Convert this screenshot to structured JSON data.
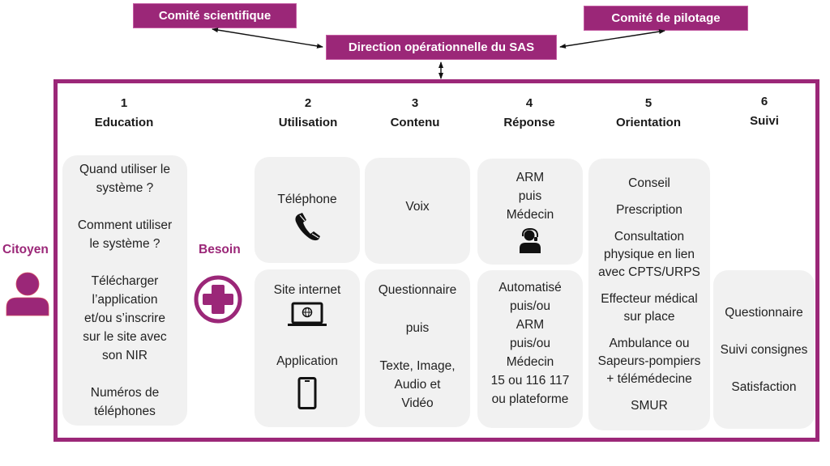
{
  "governance": {
    "scientific_committee": "Comité scientifique",
    "steering_committee": "Comité de pilotage",
    "operational_direction": "Direction opérationnelle du SAS"
  },
  "actors": {
    "citizen": {
      "label": "Citoyen",
      "icon": "person-icon"
    },
    "need": {
      "label": "Besoin",
      "icon": "medical-cross-icon"
    }
  },
  "steps": [
    {
      "number": "1",
      "title": "Education"
    },
    {
      "number": "2",
      "title": "Utilisation"
    },
    {
      "number": "3",
      "title": "Contenu"
    },
    {
      "number": "4",
      "title": "Réponse"
    },
    {
      "number": "5",
      "title": "Orientation"
    },
    {
      "number": "6",
      "title": "Suivi"
    }
  ],
  "education": {
    "items": [
      "Quand utiliser le",
      "système ?",
      "Comment utiliser",
      "le système ?",
      "Télécharger",
      "l’application",
      "et/ou s’inscrire",
      "sur le site avec",
      "son NIR",
      "Numéros de",
      "téléphones"
    ]
  },
  "utilisation": {
    "phone": {
      "label": "Téléphone",
      "icon": "phone-icon"
    },
    "web": {
      "label": "Site internet",
      "icon": "laptop-globe-icon"
    },
    "app": {
      "label": "Application",
      "icon": "smartphone-icon"
    }
  },
  "contenu": {
    "voice": "Voix",
    "digital": [
      "Questionnaire",
      "puis",
      "Texte, Image,",
      "Audio et",
      "Vidéo"
    ]
  },
  "reponse": {
    "phone": {
      "lines": [
        "ARM",
        "puis",
        "Médecin"
      ],
      "icon": "operator-headset-icon"
    },
    "digital": [
      "Automatisé",
      "puis/ou",
      "ARM",
      "puis/ou",
      "Médecin",
      "15 ou 116 117",
      "ou plateforme"
    ]
  },
  "orientation": {
    "items": [
      "Conseil",
      "Prescription",
      "Consultation",
      "physique en lien",
      "avec CPTS/URPS",
      "Effecteur médical",
      "sur place",
      "Ambulance ou",
      "Sapeurs-pompiers",
      "+ télémédecine",
      "SMUR"
    ]
  },
  "suivi": {
    "items": [
      "Questionnaire",
      "Suivi consignes",
      "Satisfaction"
    ]
  },
  "colors": {
    "brand": "#9b2778",
    "card": "#f1f1f1"
  }
}
